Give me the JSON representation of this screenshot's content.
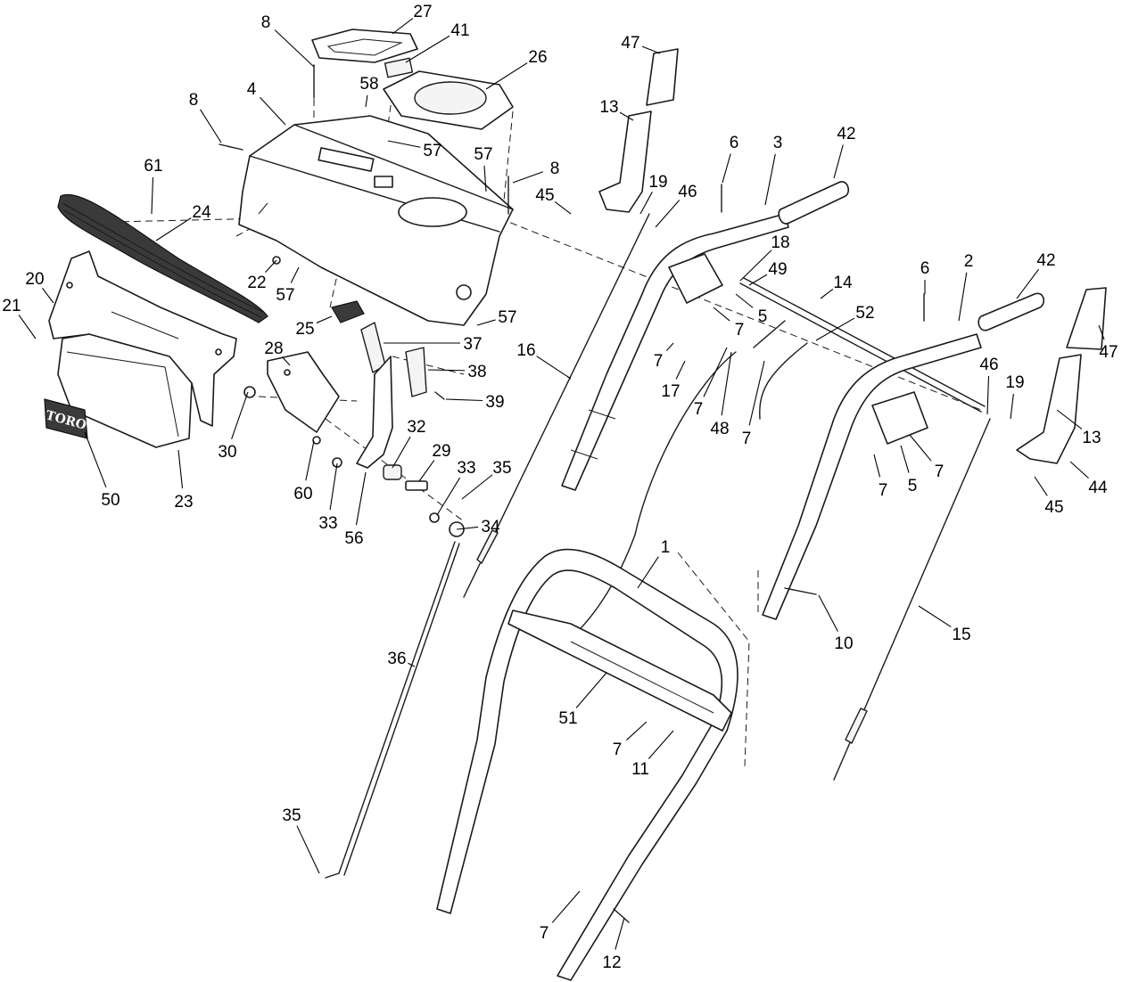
{
  "logo": {
    "text": "TORO"
  },
  "callouts": [
    {
      "id": "c8a",
      "label": "8"
    },
    {
      "id": "c27",
      "label": "27"
    },
    {
      "id": "c41",
      "label": "41"
    },
    {
      "id": "c26",
      "label": "26"
    },
    {
      "id": "c47a",
      "label": "47"
    },
    {
      "id": "c58",
      "label": "58"
    },
    {
      "id": "c8b",
      "label": "8"
    },
    {
      "id": "c4",
      "label": "4"
    },
    {
      "id": "c13a",
      "label": "13"
    },
    {
      "id": "c6a",
      "label": "6"
    },
    {
      "id": "c3",
      "label": "3"
    },
    {
      "id": "c42a",
      "label": "42"
    },
    {
      "id": "c57a",
      "label": "57"
    },
    {
      "id": "c57b",
      "label": "57"
    },
    {
      "id": "c8c",
      "label": "8"
    },
    {
      "id": "c61",
      "label": "61"
    },
    {
      "id": "c24",
      "label": "24"
    },
    {
      "id": "c45a",
      "label": "45"
    },
    {
      "id": "c19a",
      "label": "19"
    },
    {
      "id": "c46a",
      "label": "46"
    },
    {
      "id": "c18",
      "label": "18"
    },
    {
      "id": "c6b",
      "label": "6"
    },
    {
      "id": "c2",
      "label": "2"
    },
    {
      "id": "c42b",
      "label": "42"
    },
    {
      "id": "c20",
      "label": "20"
    },
    {
      "id": "c22",
      "label": "22"
    },
    {
      "id": "c57c",
      "label": "57"
    },
    {
      "id": "c49",
      "label": "49"
    },
    {
      "id": "c14",
      "label": "14"
    },
    {
      "id": "c21",
      "label": "21"
    },
    {
      "id": "c25",
      "label": "25"
    },
    {
      "id": "c57d",
      "label": "57"
    },
    {
      "id": "c5a",
      "label": "5"
    },
    {
      "id": "c52",
      "label": "52"
    },
    {
      "id": "c7a",
      "label": "7"
    },
    {
      "id": "c47b",
      "label": "47"
    },
    {
      "id": "c37",
      "label": "37"
    },
    {
      "id": "c16",
      "label": "16"
    },
    {
      "id": "c28",
      "label": "28"
    },
    {
      "id": "c7b",
      "label": "7"
    },
    {
      "id": "c38",
      "label": "38"
    },
    {
      "id": "c17",
      "label": "17"
    },
    {
      "id": "c46b",
      "label": "46"
    },
    {
      "id": "c19b",
      "label": "19"
    },
    {
      "id": "c39",
      "label": "39"
    },
    {
      "id": "c7c",
      "label": "7"
    },
    {
      "id": "c48",
      "label": "48"
    },
    {
      "id": "c7d",
      "label": "7"
    },
    {
      "id": "c30",
      "label": "30"
    },
    {
      "id": "c32",
      "label": "32"
    },
    {
      "id": "c29",
      "label": "29"
    },
    {
      "id": "c13b",
      "label": "13"
    },
    {
      "id": "c7e",
      "label": "7"
    },
    {
      "id": "c44",
      "label": "44"
    },
    {
      "id": "c50",
      "label": "50"
    },
    {
      "id": "c23",
      "label": "23"
    },
    {
      "id": "c33a",
      "label": "33"
    },
    {
      "id": "c35a",
      "label": "35"
    },
    {
      "id": "c5b",
      "label": "5"
    },
    {
      "id": "c7f",
      "label": "7"
    },
    {
      "id": "c45b",
      "label": "45"
    },
    {
      "id": "c60",
      "label": "60"
    },
    {
      "id": "c33b",
      "label": "33"
    },
    {
      "id": "c34",
      "label": "34"
    },
    {
      "id": "c56",
      "label": "56"
    },
    {
      "id": "c1",
      "label": "1"
    },
    {
      "id": "c10",
      "label": "10"
    },
    {
      "id": "c15",
      "label": "15"
    },
    {
      "id": "c36",
      "label": "36"
    },
    {
      "id": "c51",
      "label": "51"
    },
    {
      "id": "c7g",
      "label": "7"
    },
    {
      "id": "c11",
      "label": "11"
    },
    {
      "id": "c35b",
      "label": "35"
    },
    {
      "id": "c7h",
      "label": "7"
    },
    {
      "id": "c12",
      "label": "12"
    }
  ]
}
